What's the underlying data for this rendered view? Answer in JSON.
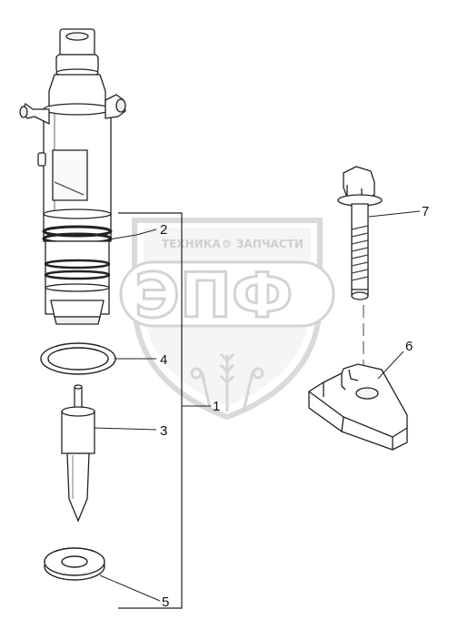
{
  "watermark": {
    "top_left": "ТЕХНИКА",
    "top_right": "ЗАПЧАСТИ",
    "logo": "ЭПФ"
  },
  "callouts": [
    {
      "id": "1",
      "label": "1"
    },
    {
      "id": "2",
      "label": "2"
    },
    {
      "id": "3",
      "label": "3"
    },
    {
      "id": "4",
      "label": "4"
    },
    {
      "id": "5",
      "label": "5"
    },
    {
      "id": "6",
      "label": "6"
    },
    {
      "id": "7",
      "label": "7"
    }
  ]
}
